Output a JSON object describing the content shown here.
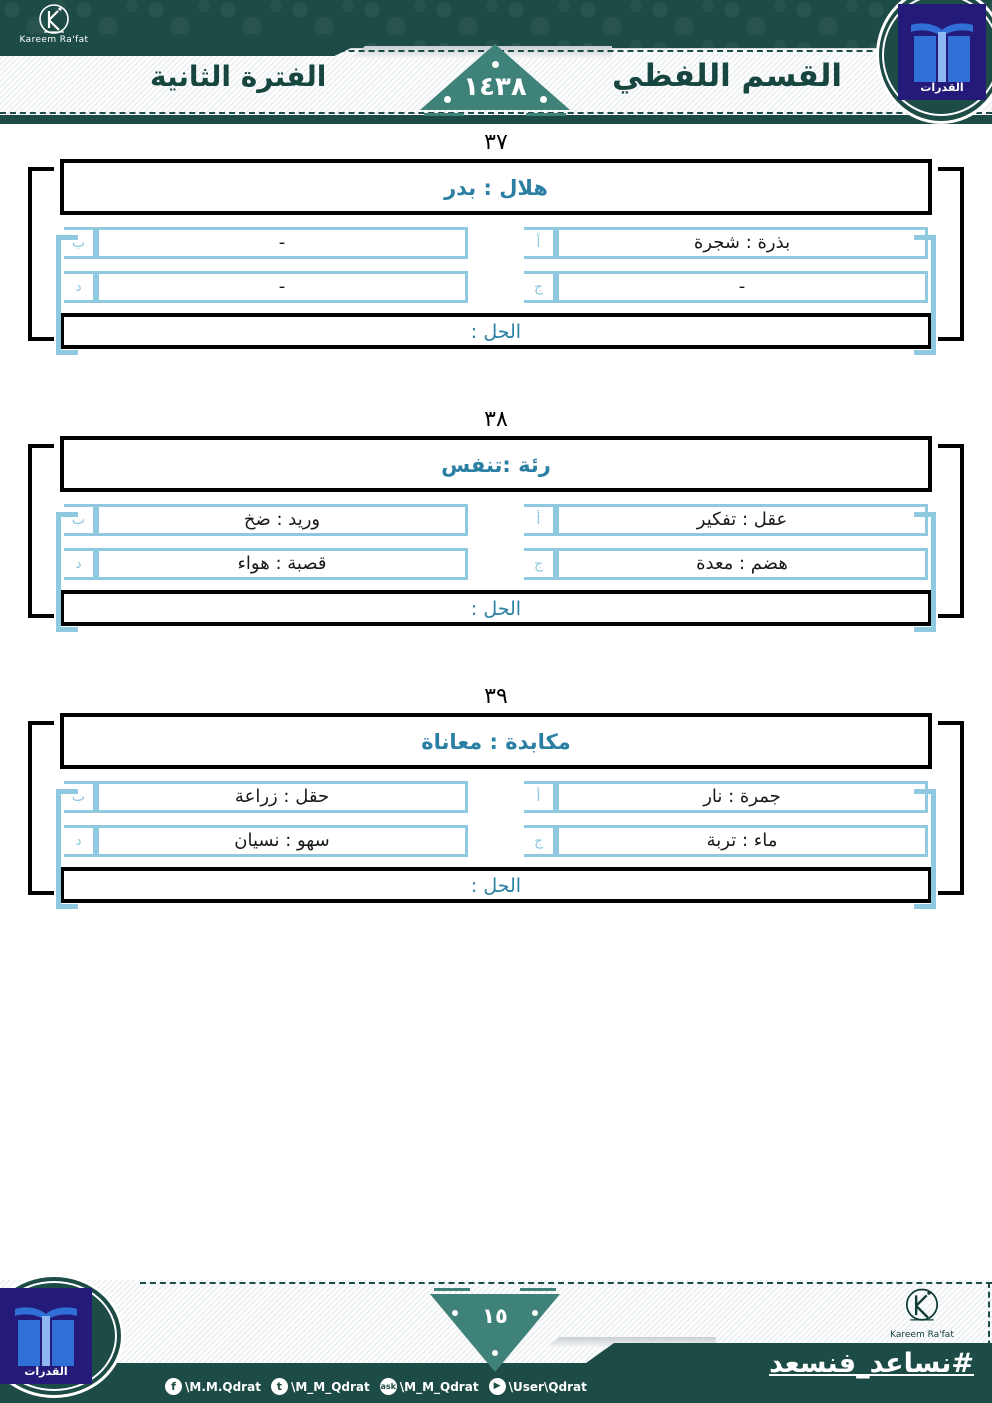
{
  "header": {
    "brand_logo_name": "kareem-rafat-logo",
    "brand_name": "Kareem Ra'fat",
    "title": "القسم اللفظي",
    "period": "الفترة الثانية",
    "year": "١٤٣٨",
    "book_logo_label": "القدرات"
  },
  "questions": [
    {
      "number": "٣٧",
      "stem": "هلال : بدر",
      "options": [
        {
          "letter": "أ",
          "text": "بذرة : شجرة"
        },
        {
          "letter": "ب",
          "text": "-"
        },
        {
          "letter": "ج",
          "text": "-"
        },
        {
          "letter": "د",
          "text": "-"
        }
      ],
      "solution_label": "الحل :",
      "solution_value": ""
    },
    {
      "number": "٣٨",
      "stem": "رئة :تنفس",
      "options": [
        {
          "letter": "أ",
          "text": "عقل : تفكير"
        },
        {
          "letter": "ب",
          "text": "وريد : ضخ"
        },
        {
          "letter": "ج",
          "text": "هضم : معدة"
        },
        {
          "letter": "د",
          "text": "قصبة : هواء"
        }
      ],
      "solution_label": "الحل :",
      "solution_value": ""
    },
    {
      "number": "٣٩",
      "stem": "مكابدة : معاناة",
      "options": [
        {
          "letter": "أ",
          "text": "جمرة : نار"
        },
        {
          "letter": "ب",
          "text": "حقل : زراعة"
        },
        {
          "letter": "ج",
          "text": "ماء : تربة"
        },
        {
          "letter": "د",
          "text": "سهو : نسيان"
        }
      ],
      "solution_label": "الحل :",
      "solution_value": ""
    }
  ],
  "footer": {
    "page_number": "١٥",
    "hashtag": "#نساعد_فنسعد",
    "brand_name": "Kareem Ra'fat",
    "book_logo_label": "القدرات",
    "socials": [
      {
        "icon": "facebook-icon",
        "glyph": "f",
        "handle": "\\M.M.Qdrat"
      },
      {
        "icon": "twitter-icon",
        "glyph": "t",
        "handle": "\\M_M_Qdrat"
      },
      {
        "icon": "ask-icon",
        "glyph": "ask",
        "handle": "\\M_M_Qdrat"
      },
      {
        "icon": "youtube-icon",
        "glyph": "▶",
        "handle": "\\User\\Qdrat"
      }
    ]
  },
  "colors": {
    "green_dark": "#1d4b45",
    "green_mid": "#3f8279",
    "blue_light": "#8ec9e0",
    "teal_text": "#2b7fa3",
    "book_blue": "#241a7a"
  }
}
